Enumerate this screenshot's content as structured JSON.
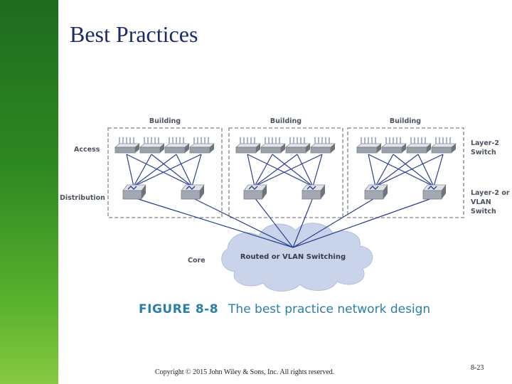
{
  "slide": {
    "title": "Best Practices",
    "copyright": "Copyright © 2015 John Wiley & Sons, Inc. All rights reserved.",
    "page_number": "8-23"
  },
  "figure": {
    "caption_number": "FIGURE 8-8",
    "caption_text": "The best practice network design",
    "buildings": [
      "Building",
      "Building",
      "Building"
    ],
    "row_labels": {
      "access": "Access",
      "distribution": "Distribution",
      "core": "Core"
    },
    "right_labels": {
      "layer2": [
        "Layer-2",
        "Switch"
      ],
      "layer2_or_vlan": [
        "Layer-2 or",
        "VLAN",
        "Switch"
      ]
    },
    "core_cloud_label": "Routed or VLAN Switching"
  },
  "colors": {
    "title": "#1c2a6b",
    "caption": "#2a7fa8",
    "left_bar_top": "#1f6b1f",
    "left_bar_bottom": "#86c941",
    "cloud": "#c9d3ea",
    "lines": "#2a3f8f"
  },
  "icons": {
    "access_switch": "layer2-switch-icon",
    "distribution_switch": "multilayer-switch-icon",
    "core": "cloud-icon"
  }
}
